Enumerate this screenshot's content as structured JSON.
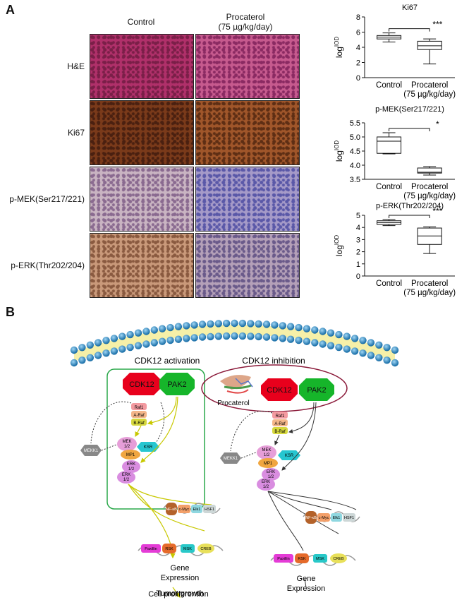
{
  "panel_a": {
    "letter": "A",
    "col_control": "Control",
    "col_treat_line1": "Procaterol",
    "col_treat_line2": "(75 µg/kg/day)",
    "rows": [
      {
        "label": "H&E",
        "control": "#b0306a",
        "treat": "#c65a8e",
        "c_dark": "#7a1f48",
        "t_dark": "#8a2a62"
      },
      {
        "label": "Ki67",
        "control": "#7a3a1a",
        "treat": "#a0562a",
        "c_dark": "#4a2010",
        "t_dark": "#5e2e14"
      },
      {
        "label": "p-MEK(Ser217/221)",
        "control": "#c9b4c2",
        "treat": "#a59ac8",
        "c_dark": "#8a6a90",
        "t_dark": "#5a58a8"
      },
      {
        "label": "p-ERK(Thr202/204)",
        "control": "#c9997a",
        "treat": "#b4a0b8",
        "c_dark": "#8a5a40",
        "t_dark": "#6a5a8a"
      }
    ]
  },
  "panel_b": {
    "letter": "B",
    "title_activation": "CDK12 activation",
    "title_inhibition": "CDK12 inhibition",
    "drug": "Procaterol",
    "nodes": {
      "cdk12": "CDK12",
      "pak2": "PAK2",
      "raf1": "Raf1",
      "araf": "A-Raf",
      "braf": "B-Raf",
      "mek_a": "MEK",
      "mek_b": "1/2",
      "mp1": "MP1",
      "ksr": "KSR",
      "mekk1": "MEKK1",
      "erk_a": "ERK",
      "erk_b": "1/2",
      "nfkb": "NF-κB",
      "cmyc": "c-Myc",
      "elk1": "Elk1",
      "hsf1": "HSF1",
      "paxillin": "Paxillin",
      "rsk": "RSK",
      "msk": "MSK",
      "creb": "CREB"
    },
    "gene_line1": "Gene",
    "gene_line2": "Expression",
    "outcome1": "Cell proliferention",
    "outcome2": "Tumor growth"
  },
  "chart_data": [
    {
      "type": "box",
      "title": "Ki67",
      "ylabel_base": "log",
      "ylabel_sup": "IOD",
      "categories": [
        "Control",
        "Procaterol"
      ],
      "category_sublabels": [
        "",
        "(75 µg/kg/day)"
      ],
      "ylim": [
        0,
        8
      ],
      "yticks": [
        0,
        2,
        4,
        6,
        8
      ],
      "tick_labels": [
        "0",
        "2",
        "4",
        "6",
        "8"
      ],
      "boxes": [
        {
          "min": 4.7,
          "q1": 5.1,
          "median": 5.35,
          "q3": 5.55,
          "max": 5.9
        },
        {
          "min": 1.8,
          "q1": 3.7,
          "median": 4.2,
          "q3": 4.8,
          "max": 5.1
        }
      ],
      "significance": "***"
    },
    {
      "type": "box",
      "title": "p-MEK(Ser217/221)",
      "ylabel_base": "log",
      "ylabel_sup": "IOD",
      "categories": [
        "Control",
        "Procaterol"
      ],
      "category_sublabels": [
        "",
        "(75 µg/kg/day)"
      ],
      "ylim": [
        3.5,
        5.5
      ],
      "yticks": [
        3.5,
        4.0,
        4.5,
        5.0,
        5.5
      ],
      "tick_labels": [
        "3.5",
        "4.0",
        "4.5",
        "5.0",
        "5.5"
      ],
      "boxes": [
        {
          "min": 4.4,
          "q1": 4.42,
          "median": 4.85,
          "q3": 5.0,
          "max": 5.15
        },
        {
          "min": 3.65,
          "q1": 3.72,
          "median": 3.75,
          "q3": 3.9,
          "max": 3.95
        }
      ],
      "significance": "*"
    },
    {
      "type": "box",
      "title": "p-ERK(Thr202/204)",
      "ylabel_base": "log",
      "ylabel_sup": "IOD",
      "categories": [
        "Control",
        "Procaterol"
      ],
      "category_sublabels": [
        "",
        "(75 µg/kg/day)"
      ],
      "ylim": [
        0,
        5
      ],
      "yticks": [
        0,
        1,
        2,
        3,
        4,
        5
      ],
      "tick_labels": [
        "0",
        "1",
        "2",
        "3",
        "4",
        "5"
      ],
      "boxes": [
        {
          "min": 4.15,
          "q1": 4.25,
          "median": 4.4,
          "q3": 4.55,
          "max": 4.65
        },
        {
          "min": 1.85,
          "q1": 2.6,
          "median": 3.3,
          "q3": 3.95,
          "max": 4.05
        }
      ],
      "significance": "***"
    }
  ]
}
